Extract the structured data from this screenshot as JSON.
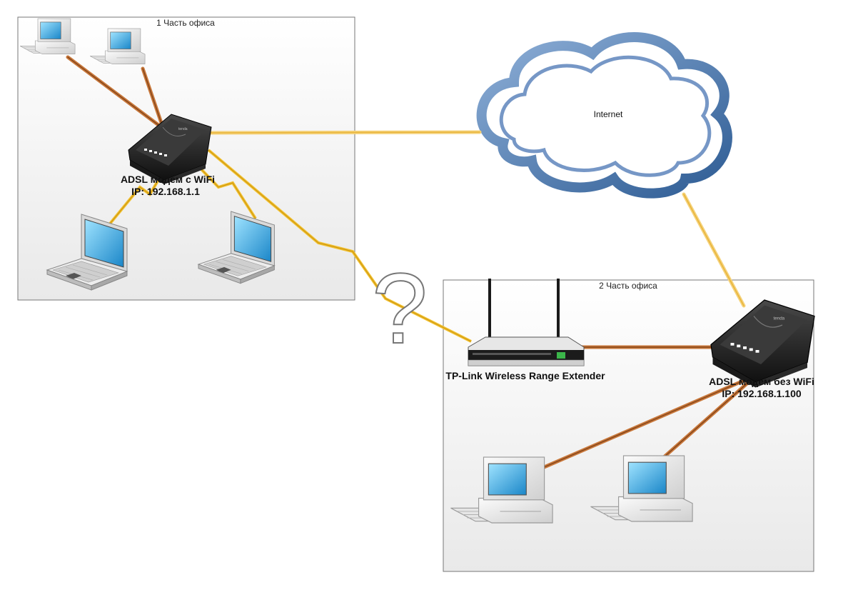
{
  "zones": {
    "office1": {
      "title": "1 Часть офиса"
    },
    "office2": {
      "title": "2 Часть офиса"
    }
  },
  "cloud": {
    "label": "Internet"
  },
  "devices": {
    "modem_wifi": {
      "name": "ADSL модем с WiFi",
      "ip": "IP: 192.168.1.1"
    },
    "modem_nowifi": {
      "name": "ADSL модем без WiFi",
      "ip": "IP: 192.168.1.100"
    },
    "extender": {
      "name": "TP-Link Wireless Range Extender"
    }
  },
  "unknown_link": {
    "symbol": "?"
  },
  "colors": {
    "wired_link": "#c8773a",
    "internet_link": "#f3c95a",
    "wifi_link": "#f2c12e",
    "cloud_outline": "#3d6aa3",
    "zone_border": "#777777"
  }
}
